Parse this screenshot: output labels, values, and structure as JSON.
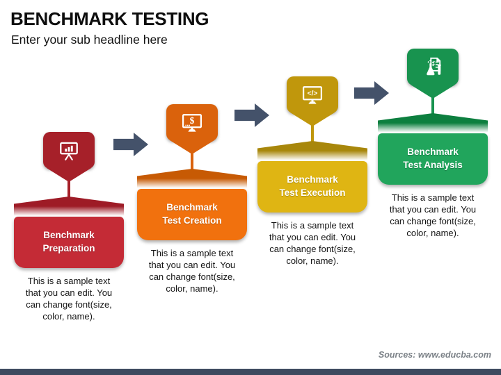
{
  "slide": {
    "title": "BENCHMARK TESTING",
    "subtitle": "Enter your sub headline here",
    "source": "Sources: www.educba.com"
  },
  "steps": [
    {
      "title": "Benchmark Preparation",
      "title_lines": [
        "Benchmark",
        "Preparation"
      ],
      "description": "This is a sample text that you can edit. You can change font(size, color, name).",
      "icon": "presentation-chart-icon",
      "colors": {
        "main": "#C42B36",
        "roof": "#9E1B26",
        "pin": "#A62029"
      }
    },
    {
      "title": "Benchmark Test Creation",
      "title_lines": [
        "Benchmark",
        "Test Creation"
      ],
      "description": "This is a sample text that you can edit. You can change font(size, color, name).",
      "icon": "monitor-dollar-icon",
      "colors": {
        "main": "#F1710E",
        "roof": "#C75A04",
        "pin": "#DA620C"
      }
    },
    {
      "title": "Benchmark Test Execution",
      "title_lines": [
        "Benchmark",
        "Test Execution"
      ],
      "description": "This is a sample text that you can edit. You can change font(size, color, name).",
      "icon": "monitor-code-icon",
      "colors": {
        "main": "#DFB513",
        "roof": "#A8870B",
        "pin": "#C0970C"
      }
    },
    {
      "title": "Benchmark Test Analysis",
      "title_lines": [
        "Benchmark",
        "Test Analysis"
      ],
      "description": "This is a sample text that you can edit. You can change font(size, color, name).",
      "icon": "flask-checklist-icon",
      "colors": {
        "main": "#21A55C",
        "roof": "#0D7F3F",
        "pin": "#18934F"
      }
    }
  ],
  "colors": {
    "arrow": "#44526A",
    "footer_bar": "#3E4A5F"
  }
}
